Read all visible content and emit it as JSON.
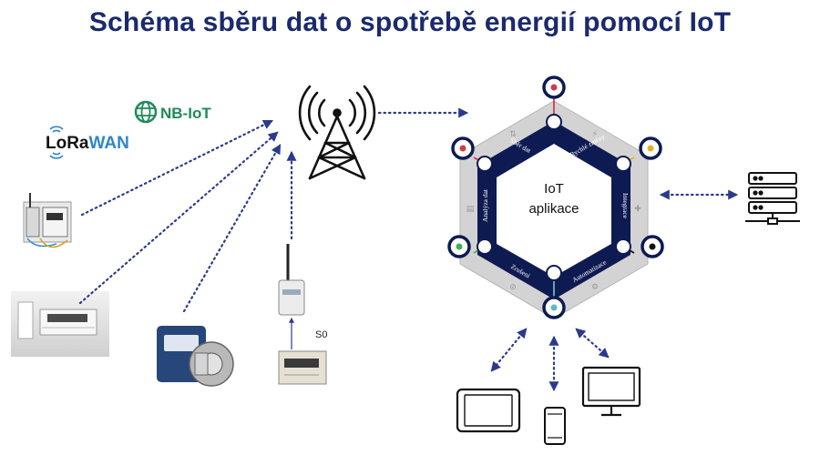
{
  "title": "Schéma sběru dat o spotřebě energií pomocí IoT",
  "networks": {
    "nbiot": "NB-IoT",
    "lorawan": {
      "part1": "LoRa",
      "part2": "WAN"
    }
  },
  "hub": {
    "center_line1": "IoT",
    "center_line2": "aplikace",
    "segments": [
      "Sběr dat",
      "Rychlé změny",
      "Integrace",
      "Automatizace",
      "Zrušení",
      "Analýza dat"
    ]
  },
  "s0_label": "S0",
  "colors": {
    "title": "#1a2a6c",
    "navy": "#0e1a52",
    "arrow": "#2b3a8c",
    "nbiot": "#1e8a5a",
    "lorawan": "#2f86c8",
    "hex_outer": "#d3d3d3",
    "node_red": "#d23c4a",
    "node_yellow": "#e6b21e",
    "node_green": "#3fae5a",
    "node_teal": "#5fb8c2"
  },
  "icons": [
    "cell-tower-icon",
    "server-icon",
    "tablet-icon",
    "phone-icon",
    "monitor-icon",
    "nb-iot-globe-icon",
    "lorawan-signal-icon"
  ]
}
